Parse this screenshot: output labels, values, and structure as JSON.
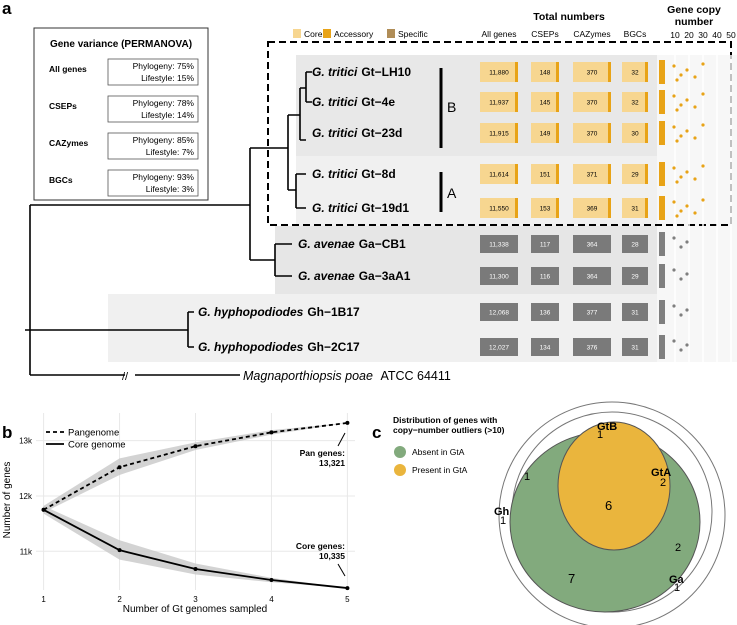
{
  "panel_a": {
    "letter": "a",
    "variance_box": {
      "title": "Gene variance (PERMANOVA)",
      "rows": [
        {
          "label": "All genes",
          "phylogeny": "Phylogeny: 75%",
          "lifestyle": "Lifestyle: 15%"
        },
        {
          "label": "CSEPs",
          "phylogeny": "Phylogeny: 78%",
          "lifestyle": "Lifestyle: 14%"
        },
        {
          "label": "CAZymes",
          "phylogeny": "Phylogeny: 85%",
          "lifestyle": "Lifestyle: 7%"
        },
        {
          "label": "BGCs",
          "phylogeny": "Phylogeny: 93%",
          "lifestyle": "Lifestyle: 3%"
        }
      ]
    },
    "legend": [
      {
        "label": "Core",
        "color": "#f7d690"
      },
      {
        "label": "Accessory",
        "color": "#e8a317"
      },
      {
        "label": "Specific",
        "color": "#b08d57"
      }
    ],
    "totals_header": "Total numbers",
    "copy_header_1": "Gene copy",
    "copy_header_2": "number",
    "copy_ticks": [
      "10",
      "20",
      "30",
      "40",
      "50"
    ],
    "columns": [
      "All genes",
      "CSEPs",
      "CAZymes",
      "BGCs"
    ],
    "clade_labels": {
      "B": "B",
      "A": "A"
    },
    "outgroup": {
      "species": "Magnaporthiopsis poae",
      "strain": "ATCC 64411",
      "break_mark": "//"
    },
    "strains": [
      {
        "species": "G. tritici",
        "strain": "Gt−LH10",
        "group": "gta",
        "all": "11,880",
        "cseps": "148",
        "cazymes": "370",
        "bgcs": "32"
      },
      {
        "species": "G. tritici",
        "strain": "Gt−4e",
        "group": "gta",
        "all": "11,937",
        "cseps": "145",
        "cazymes": "370",
        "bgcs": "32"
      },
      {
        "species": "G. tritici",
        "strain": "Gt−23d",
        "group": "gta",
        "all": "11,915",
        "cseps": "149",
        "cazymes": "370",
        "bgcs": "30"
      },
      {
        "species": "G. tritici",
        "strain": "Gt−8d",
        "group": "gta",
        "all": "11,614",
        "cseps": "151",
        "cazymes": "371",
        "bgcs": "29"
      },
      {
        "species": "G. tritici",
        "strain": "Gt−19d1",
        "group": "gta",
        "all": "11,550",
        "cseps": "153",
        "cazymes": "369",
        "bgcs": "31"
      },
      {
        "species": "G. avenae",
        "strain": "Ga−CB1",
        "group": "other",
        "all": "11,338",
        "cseps": "117",
        "cazymes": "364",
        "bgcs": "28"
      },
      {
        "species": "G. avenae",
        "strain": "Ga−3aA1",
        "group": "other",
        "all": "11,300",
        "cseps": "116",
        "cazymes": "364",
        "bgcs": "29"
      },
      {
        "species": "G. hyphopodiodes",
        "strain": "Gh−1B17",
        "group": "other",
        "all": "12,068",
        "cseps": "136",
        "cazymes": "377",
        "bgcs": "31"
      },
      {
        "species": "G. hyphopodiodes",
        "strain": "Gh−2C17",
        "group": "other",
        "all": "12,027",
        "cseps": "134",
        "cazymes": "376",
        "bgcs": "31"
      }
    ],
    "colors": {
      "core": "#f7d690",
      "accessory": "#e8a317",
      "grey_bar": "#7a7a7a",
      "dot_gta": "#e8a317",
      "dot_other": "#7f7f7f"
    }
  },
  "panel_b": {
    "letter": "b",
    "legend": [
      {
        "label": "Pangenome",
        "dash": true
      },
      {
        "label": "Core genome",
        "dash": false
      }
    ],
    "pan_annotation": [
      "Pan genes:",
      "13,321"
    ],
    "core_annotation": [
      "Core genes:",
      "10,335"
    ]
  },
  "panel_c": {
    "letter": "c",
    "title_lines": [
      "Distribution of genes with",
      "copy−number outliers (>10)"
    ],
    "legend": [
      {
        "label": "Absent in GtA",
        "color": "#82aa7d"
      },
      {
        "label": "Present in GtA",
        "color": "#eab53d"
      }
    ],
    "set_labels": {
      "gtb": "GtB",
      "gta": "GtA",
      "gh": "Gh",
      "ga": "Ga"
    },
    "numbers": {
      "gtb_top": "1",
      "gtb_left": "1",
      "gta": "2",
      "gh": "1",
      "center": "6",
      "absent": "7",
      "right": "2",
      "ga": "1"
    }
  },
  "chart_data": [
    {
      "type": "bar",
      "title": "Total numbers",
      "categories": [
        "Gt−LH10",
        "Gt−4e",
        "Gt−23d",
        "Gt−8d",
        "Gt−19d1",
        "Ga−CB1",
        "Ga−3aA1",
        "Gh−1B17",
        "Gh−2C17"
      ],
      "series": [
        {
          "name": "All genes",
          "values": [
            11880,
            11937,
            11915,
            11614,
            11550,
            11338,
            11300,
            12068,
            12027
          ]
        },
        {
          "name": "CSEPs",
          "values": [
            148,
            145,
            149,
            151,
            153,
            117,
            116,
            136,
            134
          ]
        },
        {
          "name": "CAZymes",
          "values": [
            370,
            370,
            370,
            371,
            369,
            364,
            364,
            377,
            376
          ]
        },
        {
          "name": "BGCs",
          "values": [
            32,
            32,
            30,
            29,
            31,
            28,
            29,
            31,
            31
          ]
        }
      ]
    },
    {
      "type": "line",
      "xlabel": "Number of Gt genomes sampled",
      "ylabel": "Number of genes",
      "x": [
        1,
        2,
        3,
        4,
        5
      ],
      "x_ticks": [
        "1",
        "2",
        "3",
        "4",
        "5"
      ],
      "y_ticks": [
        {
          "value": 11000,
          "label": "11k"
        },
        {
          "value": 12000,
          "label": "12k"
        },
        {
          "value": 13000,
          "label": "13k"
        }
      ],
      "ylim": [
        10300,
        13500
      ],
      "xlim": [
        0.9,
        5.1
      ],
      "grid": true,
      "legend_position": "top-left",
      "series": [
        {
          "name": "Pangenome",
          "values": [
            11750,
            12520,
            12900,
            13150,
            13321
          ],
          "band_low": [
            11700,
            12380,
            12830,
            13110,
            13321
          ],
          "band_high": [
            11820,
            12680,
            12970,
            13190,
            13321
          ]
        },
        {
          "name": "Core genome",
          "values": [
            11750,
            11020,
            10680,
            10480,
            10335
          ],
          "band_low": [
            11680,
            10850,
            10580,
            10440,
            10335
          ],
          "band_high": [
            11820,
            11200,
            10780,
            10520,
            10335
          ]
        }
      ]
    }
  ]
}
